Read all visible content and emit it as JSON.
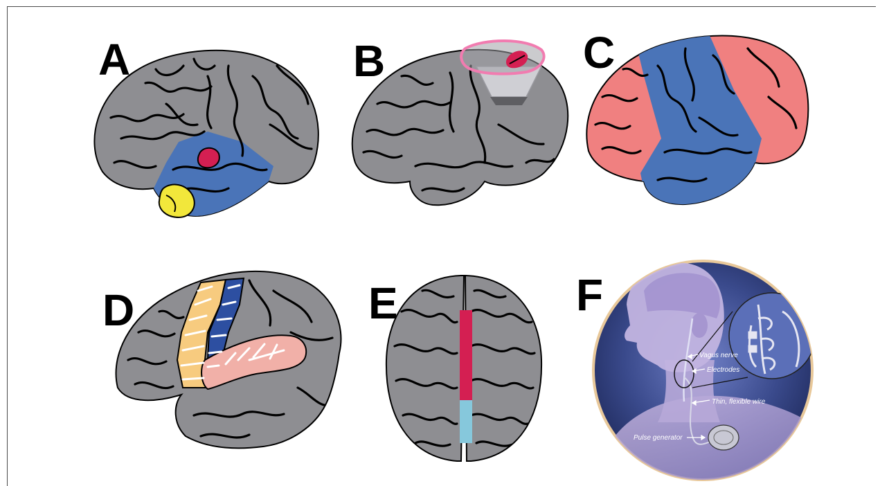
{
  "panels": [
    {
      "letter": "A"
    },
    {
      "letter": "B"
    },
    {
      "letter": "C"
    },
    {
      "letter": "D"
    },
    {
      "letter": "E"
    },
    {
      "letter": "F"
    }
  ],
  "vns_labels": {
    "vagus_nerve": "Vagus nerve",
    "electrodes": "Electrodes",
    "wire": "Thin, flexible wire",
    "generator": "Pulse generator"
  },
  "colors": {
    "brain": "#8e8e92",
    "sulci": "#000000",
    "temporal_region": "#4a74b8",
    "focus": "#d41f52",
    "hippocampus": "#f2e73b",
    "hemisphere_pink": "#f08080",
    "beam": "#cfcfd4",
    "transducer": "#5e5e62",
    "pink_outline": "#f17cb0",
    "strip_yellow": "#f7cb7f",
    "strip_blue": "#2d4fa1",
    "strip_pink": "#f1b0a8",
    "callosotomy_front": "#d41f52",
    "callosotomy_back": "#86c8dc",
    "device_bg": "#2a3a76"
  }
}
